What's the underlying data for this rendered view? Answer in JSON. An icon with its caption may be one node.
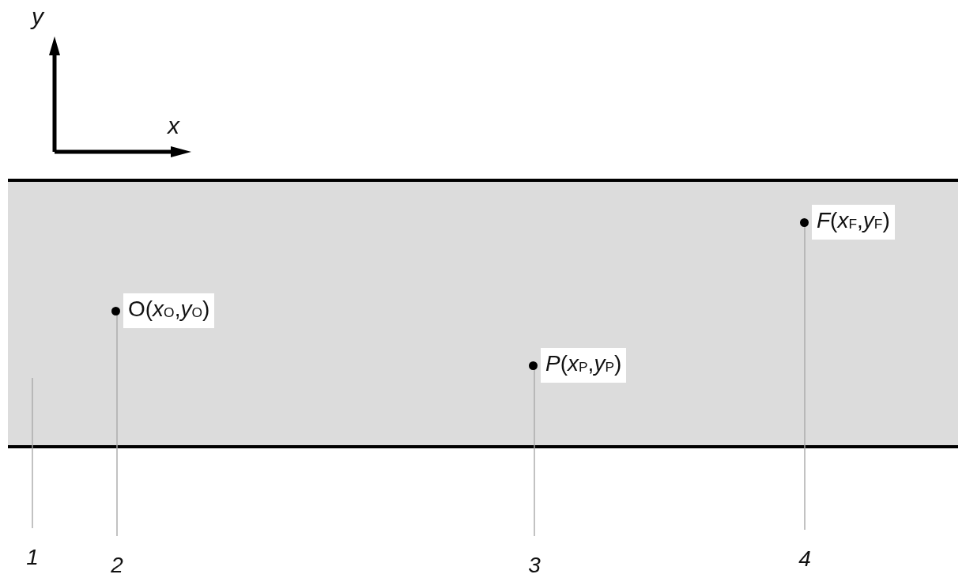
{
  "diagram": {
    "nodes": [
      {
        "text": [],
        "shape": "band"
      },
      {
        "text": [],
        "shape": "circle",
        "in": 0,
        "beside": [
          "O(*x*$_{O}$,*y*$_{O}$)"
        ]
      },
      {
        "text": [],
        "shape": "circle",
        "in": 0,
        "beside": [
          "*P*(*x*$_{P}$,*y*$_{P}$)"
        ]
      },
      {
        "text": [],
        "shape": "circle",
        "in": 0,
        "beside": [
          "*F*(*x*$_{F}$,*y*$_{F}$)"
        ]
      },
      {
        "text": [
          "1"
        ]
      },
      {
        "text": [
          "2"
        ]
      },
      {
        "text": [
          "3"
        ]
      },
      {
        "text": [
          "4"
        ]
      }
    ],
    "edges": [
      {
        "from": 4,
        "to": 0,
        "arrow": "none"
      },
      {
        "from": 5,
        "to": 1,
        "arrow": "none"
      },
      {
        "from": 6,
        "to": 2,
        "arrow": "none"
      },
      {
        "from": 7,
        "to": 3,
        "arrow": "none"
      }
    ],
    "labels": [
      "y",
      "x"
    ]
  }
}
